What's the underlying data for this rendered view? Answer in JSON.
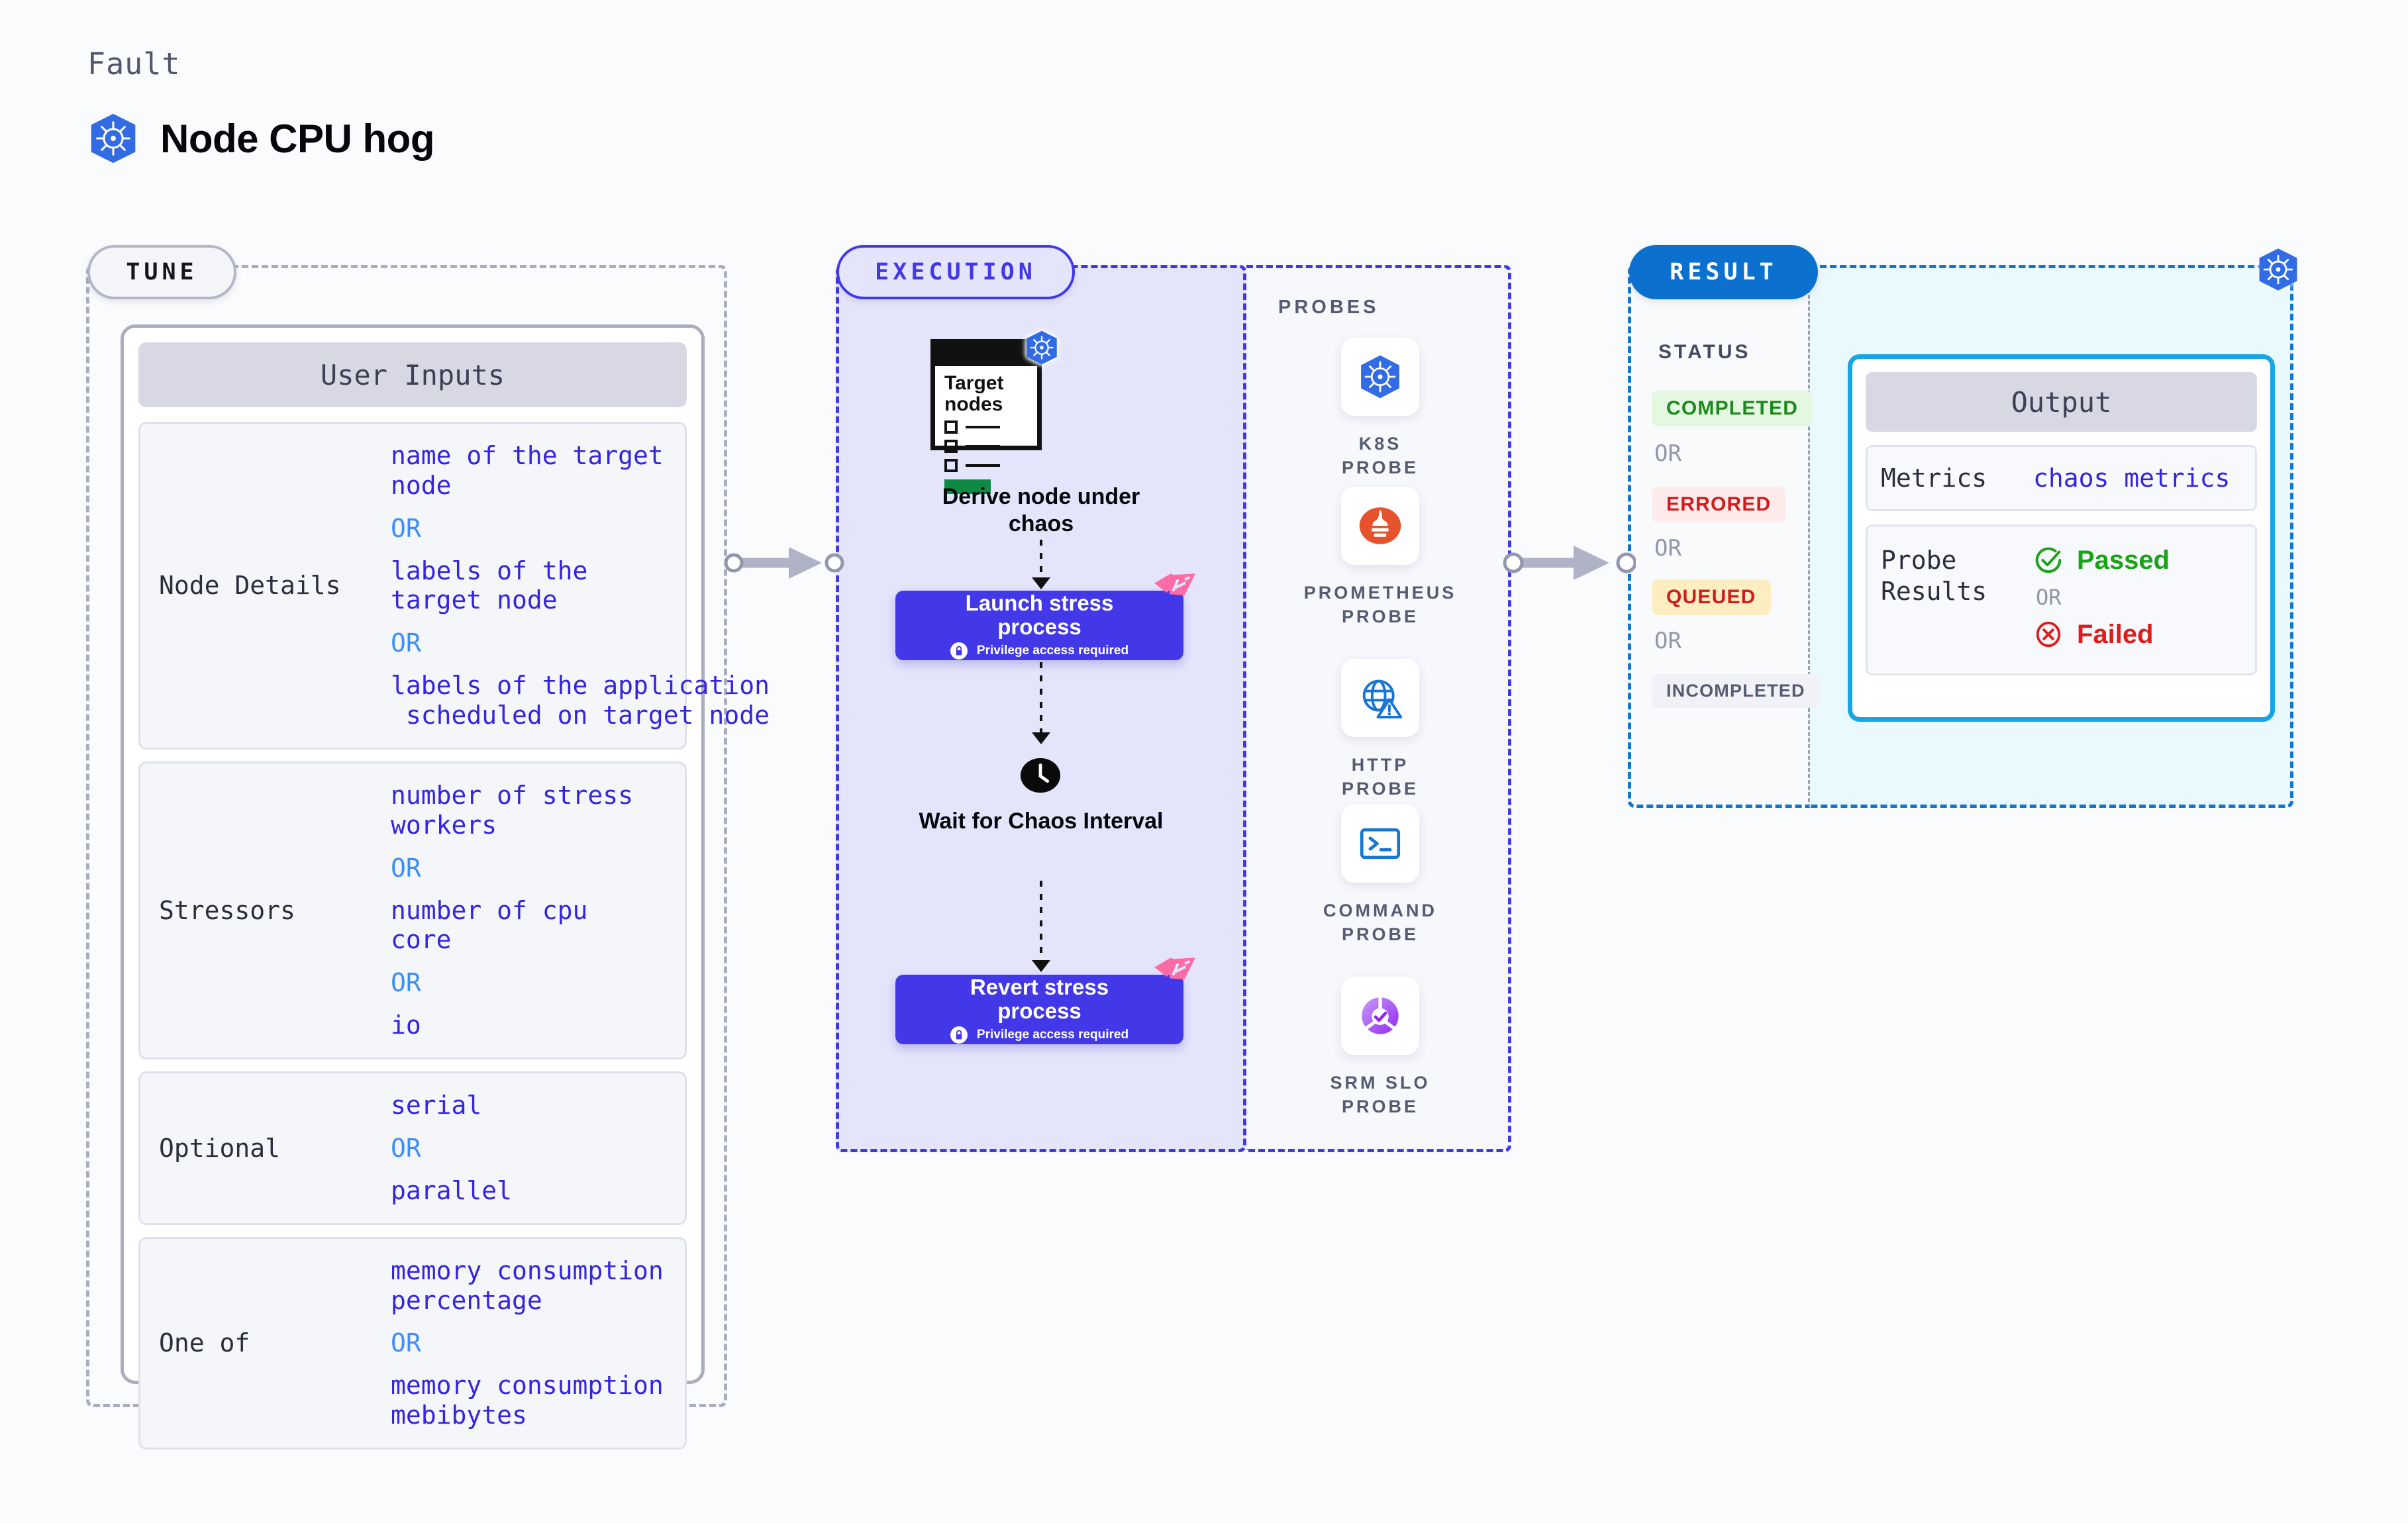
{
  "header": {
    "eyebrow": "Fault",
    "title": "Node CPU hog",
    "icon": "kubernetes-icon"
  },
  "tune": {
    "badge": "TUNE",
    "card_title": "User Inputs",
    "rows": [
      {
        "label": "Node Details",
        "values": [
          "name of the target\nnode",
          "labels of the\ntarget node",
          "labels of the application\n scheduled on target node"
        ],
        "separator": "OR"
      },
      {
        "label": "Stressors",
        "values": [
          "number of stress\nworkers",
          "number of cpu\ncore",
          "io"
        ],
        "separator": "OR"
      },
      {
        "label": "Optional",
        "values": [
          "serial",
          "parallel"
        ],
        "separator": "OR"
      },
      {
        "label": "One of",
        "values": [
          "memory consumption\npercentage",
          "memory consumption\nmebibytes"
        ],
        "separator": "OR"
      }
    ]
  },
  "execution": {
    "badge": "EXECUTION",
    "node_card": {
      "title": "Target\nnodes",
      "icon": "kubernetes-icon"
    },
    "steps": [
      {
        "caption": "Derive node under\nchaos",
        "type": "asset"
      },
      {
        "title": "Launch stress\nprocess",
        "note": "Privilege access required",
        "type": "process",
        "badge_icon": "harness-logo-icon",
        "lock_icon": "lock-icon"
      },
      {
        "caption": "Wait for Chaos\nInterval",
        "type": "wait",
        "icon": "clock-icon"
      },
      {
        "title": "Revert stress\nprocess",
        "note": "Privilege access required",
        "type": "process",
        "badge_icon": "harness-logo-icon",
        "lock_icon": "lock-icon"
      }
    ]
  },
  "probes": {
    "heading": "PROBES",
    "items": [
      {
        "label": "K8S  PROBE",
        "icon": "kubernetes-icon"
      },
      {
        "label": "PROMETHEUS\nPROBE",
        "icon": "prometheus-icon"
      },
      {
        "label": "HTTP  PROBE",
        "icon": "globe-warning-icon"
      },
      {
        "label": "COMMAND\nPROBE",
        "icon": "terminal-icon"
      },
      {
        "label": "SRM  SLO\nPROBE",
        "icon": "slo-check-icon"
      }
    ]
  },
  "result": {
    "badge": "RESULT",
    "corner_icon": "kubernetes-icon",
    "status": {
      "heading": "STATUS",
      "separator": "OR",
      "badges": [
        {
          "label": "COMPLETED",
          "color": "#1b8a1b",
          "bg": "#e3f7e1"
        },
        {
          "label": "ERRORED",
          "color": "#cf1d1d",
          "bg": "#fdeaea"
        },
        {
          "label": "QUEUED",
          "color": "#cf1d1d",
          "bg": "#fdeec2"
        },
        {
          "label": "INCOMPLETED",
          "color": "#555b70",
          "bg": "#f1f2f7"
        }
      ]
    },
    "output": {
      "title": "Output",
      "metrics_label": "Metrics",
      "metrics_value": "chaos metrics",
      "probe_results_label": "Probe\nResults",
      "passed": "Passed",
      "failed": "Failed",
      "separator": "OR",
      "passed_icon": "check-circle-icon",
      "failed_icon": "x-circle-icon"
    }
  },
  "colors": {
    "accent_purple": "#4338e8",
    "accent_blue": "#0b70ce",
    "accent_cyan": "#16a6e8",
    "mono_value": "#3524e0",
    "or_blue": "#3e8ef7",
    "grey_border": "#a9adbd"
  }
}
